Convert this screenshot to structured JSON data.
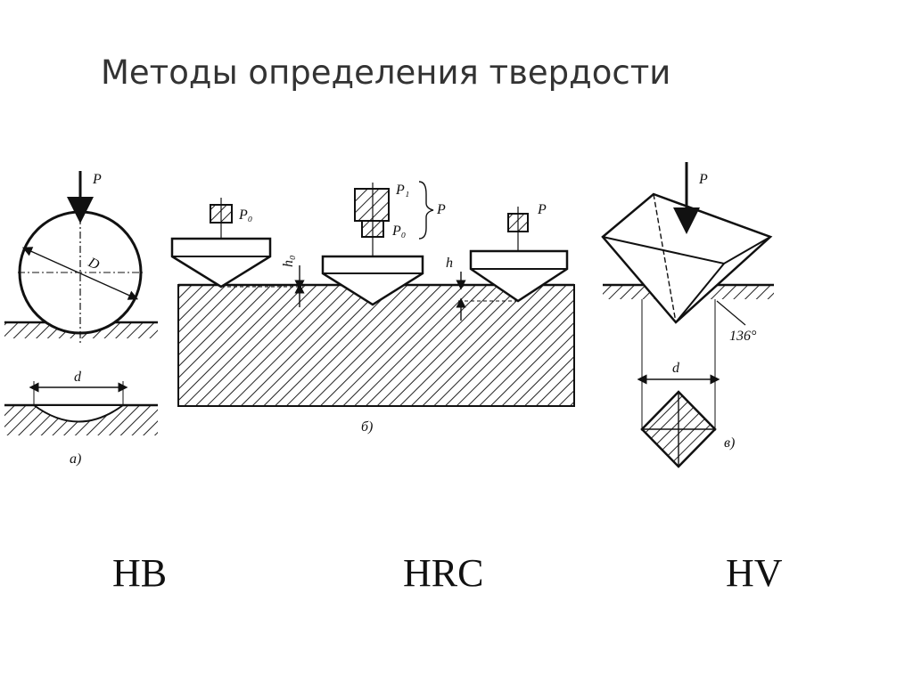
{
  "slide": {
    "title": "Методы определения твердости"
  },
  "methods": {
    "brinell": {
      "label": "HB",
      "figure": "а)",
      "force": "P",
      "diameter": "D",
      "imprint": "d"
    },
    "rockwell": {
      "label": "HRC",
      "figure": "б)",
      "p0": "P₀",
      "p1": "P₁",
      "p": "P",
      "h0": "h₀",
      "h": "h"
    },
    "vickers": {
      "label": "HV",
      "figure": "в)",
      "force": "P",
      "angle": "136°",
      "imprint": "d"
    }
  },
  "colors": {
    "ink": "#111111",
    "background": "#ffffff"
  }
}
